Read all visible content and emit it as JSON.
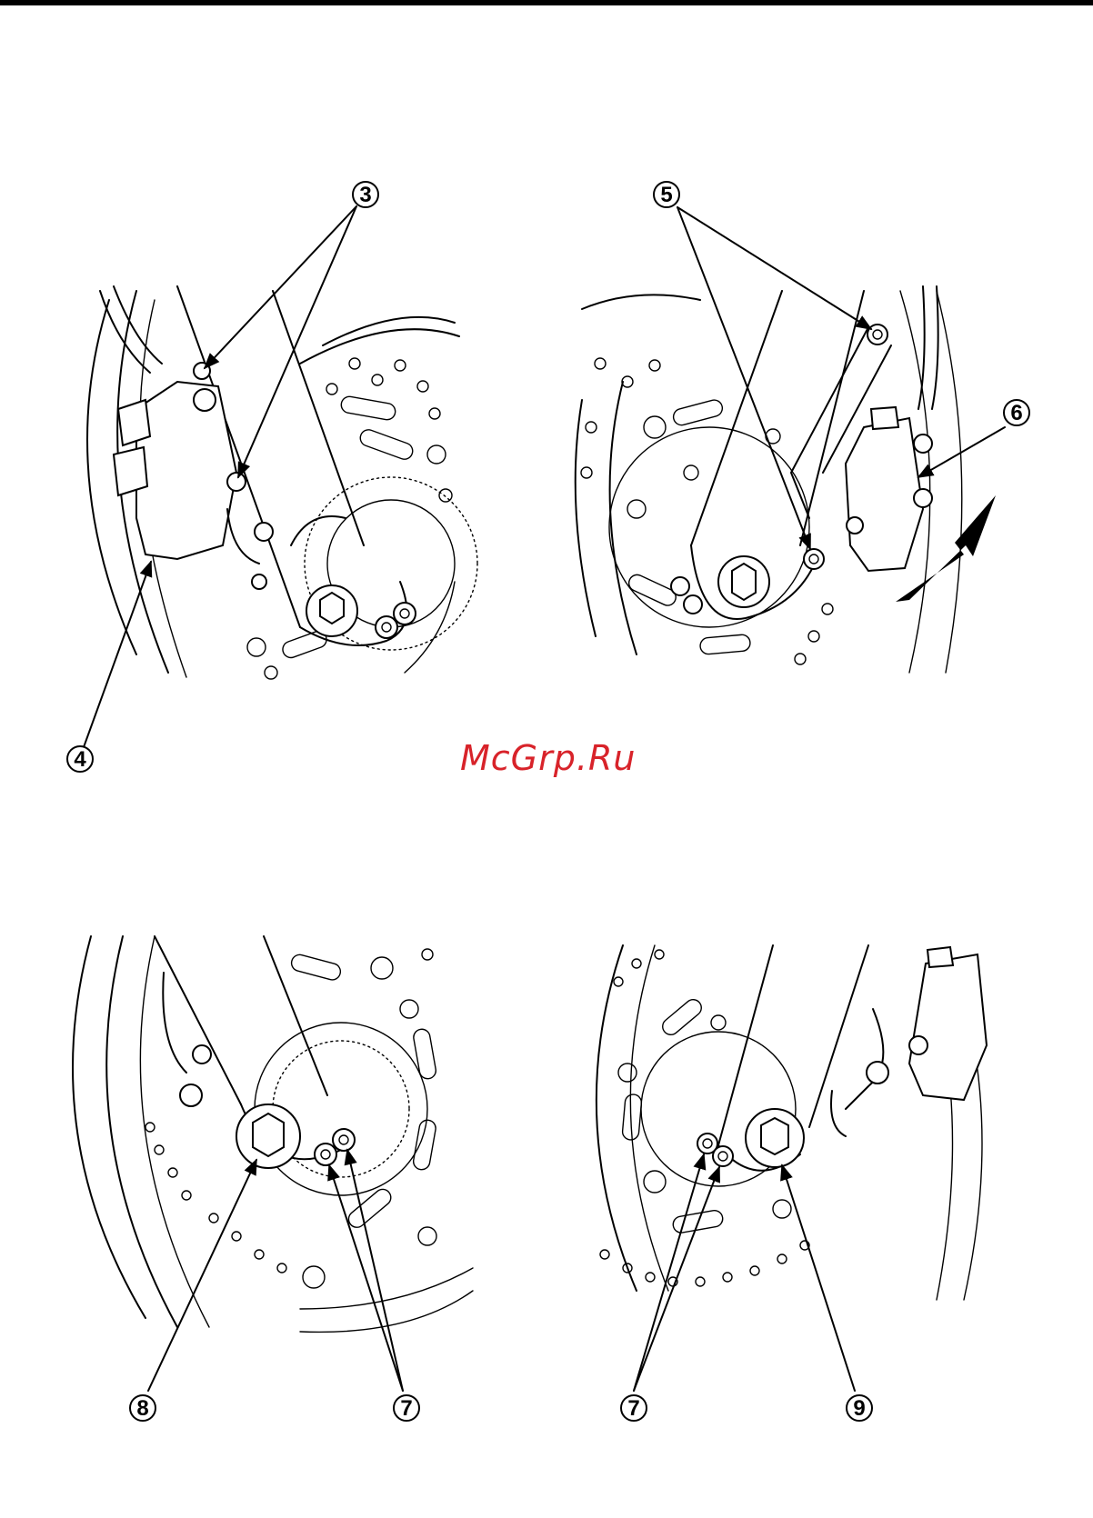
{
  "watermark": {
    "text": "McGrp.Ru",
    "color": "#d8232a"
  },
  "callouts": {
    "c3": "3",
    "c4": "4",
    "c5": "5",
    "c6": "6",
    "c7a": "7",
    "c7b": "7",
    "c8": "8",
    "c9": "9"
  },
  "figures": [
    {
      "id": "fig-1",
      "icon": "left-brake-caliper-removal"
    },
    {
      "id": "fig-2",
      "icon": "right-brake-caliper-removal"
    },
    {
      "id": "fig-3",
      "icon": "axle-pinch-bolts-left"
    },
    {
      "id": "fig-4",
      "icon": "axle-pinch-bolts-right"
    }
  ],
  "colors": {
    "line": "#000000",
    "background": "#ffffff"
  }
}
